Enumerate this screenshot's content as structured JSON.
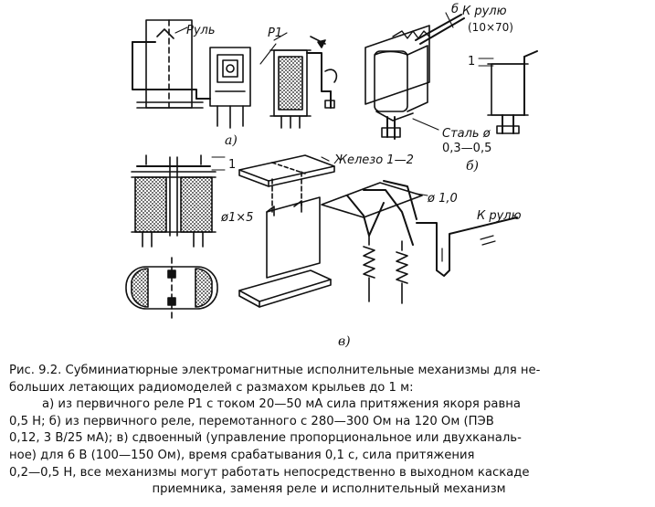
{
  "figure": {
    "labels": {
      "rul": "Руль",
      "p1": "Р1",
      "k_ruliu_top": "К рулю",
      "k_ruliu_size": "(10×70)",
      "b": "б",
      "stal": "Сталь ø",
      "stal_size": "0,3—0,5",
      "zhelezo": "Железо 1—2",
      "d1x5": "ø1×5",
      "d1_0": "ø 1,0",
      "k_ruliu_c": "К рулю",
      "one_a": "1",
      "one_b": "1",
      "sub_a": "а)",
      "sub_b": "б)",
      "sub_c": "в)"
    }
  },
  "caption": {
    "line1": "Рис. 9.2. Субминиатюрные электромагнитные исполнительные механизмы для не-",
    "line2": "больших летающих радиомоделей с размахом крыльев до 1 м:",
    "line3": "а) из первичного реле Р1 с током 20—50 мА сила притяжения якоря равна",
    "line4": "0,5 Н; б) из первичного реле, перемотанного с 280—300 Ом на 120 Ом (ПЭВ",
    "line5": "0,12, 3 В/25 мА); в) сдвоенный (управление пропорциональное или двухканаль-",
    "line6": "ное) для 6 В (100—150 Ом), время срабатывания 0,1 с, сила притяжения",
    "line7": "0,2—0,5 Н, все механизмы могут работать непосредственно в выходном каскаде",
    "line8": "приемника, заменяя реле и исполнительный механизм"
  }
}
